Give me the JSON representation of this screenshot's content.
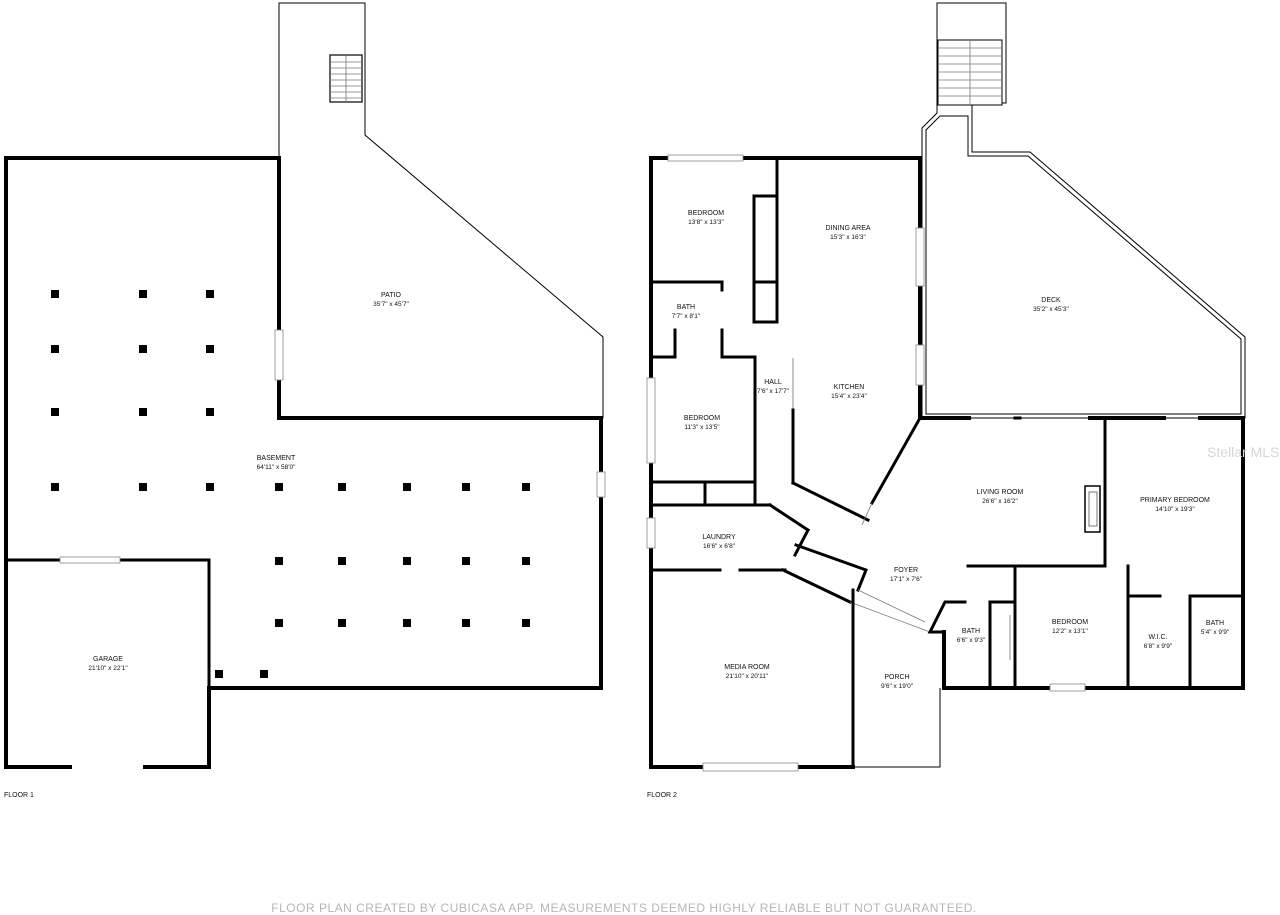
{
  "floors": [
    {
      "label": "FLOOR 1",
      "rooms": [
        {
          "name": "PATIO",
          "dims": "35'7\" x 45'7\""
        },
        {
          "name": "BASEMENT",
          "dims": "64'11\" x 58'0\""
        },
        {
          "name": "GARAGE",
          "dims": "21'10\" x 22'1\""
        }
      ]
    },
    {
      "label": "FLOOR 2",
      "rooms": [
        {
          "name": "BEDROOM",
          "dims": "13'8\" x 13'3\""
        },
        {
          "name": "DINING AREA",
          "dims": "15'3\" x 16'3\""
        },
        {
          "name": "DECK",
          "dims": "35'2\" x 45'3\""
        },
        {
          "name": "BATH",
          "dims": "7'7\" x 8'1\""
        },
        {
          "name": "HALL",
          "dims": "7'6\" x 17'7\""
        },
        {
          "name": "KITCHEN",
          "dims": "15'4\" x 23'4\""
        },
        {
          "name": "BEDROOM",
          "dims": "11'3\" x 13'5\""
        },
        {
          "name": "LIVING ROOM",
          "dims": "26'6\" x 16'2\""
        },
        {
          "name": "PRIMARY BEDROOM",
          "dims": "14'10\" x 19'3\""
        },
        {
          "name": "LAUNDRY",
          "dims": "16'6\" x 6'8\""
        },
        {
          "name": "FOYER",
          "dims": "17'1\" x 7'6\""
        },
        {
          "name": "BEDROOM",
          "dims": "12'2\" x 13'1\""
        },
        {
          "name": "BATH",
          "dims": "6'6\" x 9'3\""
        },
        {
          "name": "W.I.C.",
          "dims": "6'8\" x 9'9\""
        },
        {
          "name": "BATH",
          "dims": "5'4\" x 9'9\""
        },
        {
          "name": "MEDIA ROOM",
          "dims": "21'10\" x 20'11\""
        },
        {
          "name": "PORCH",
          "dims": "9'6\" x 19'0\""
        }
      ]
    }
  ],
  "watermark": "Stellar MLS",
  "footer": "FLOOR PLAN CREATED BY CUBICASA APP. MEASUREMENTS DEEMED HIGHLY RELIABLE BUT NOT GUARANTEED."
}
